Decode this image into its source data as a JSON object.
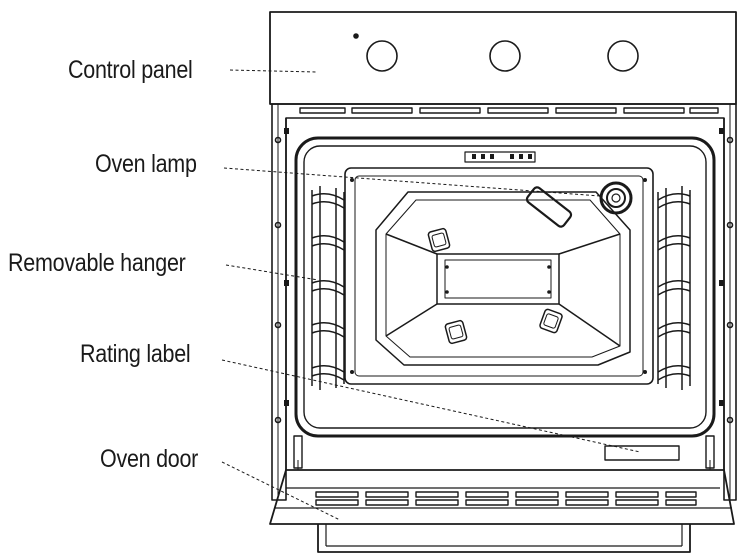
{
  "labels": {
    "control_panel": "Control panel",
    "oven_lamp": "Oven lamp",
    "removable_hanger": "Removable hanger",
    "rating_label": "Rating label",
    "oven_door": "Oven door"
  },
  "colors": {
    "line": "#1a1a1a",
    "background": "#ffffff"
  }
}
